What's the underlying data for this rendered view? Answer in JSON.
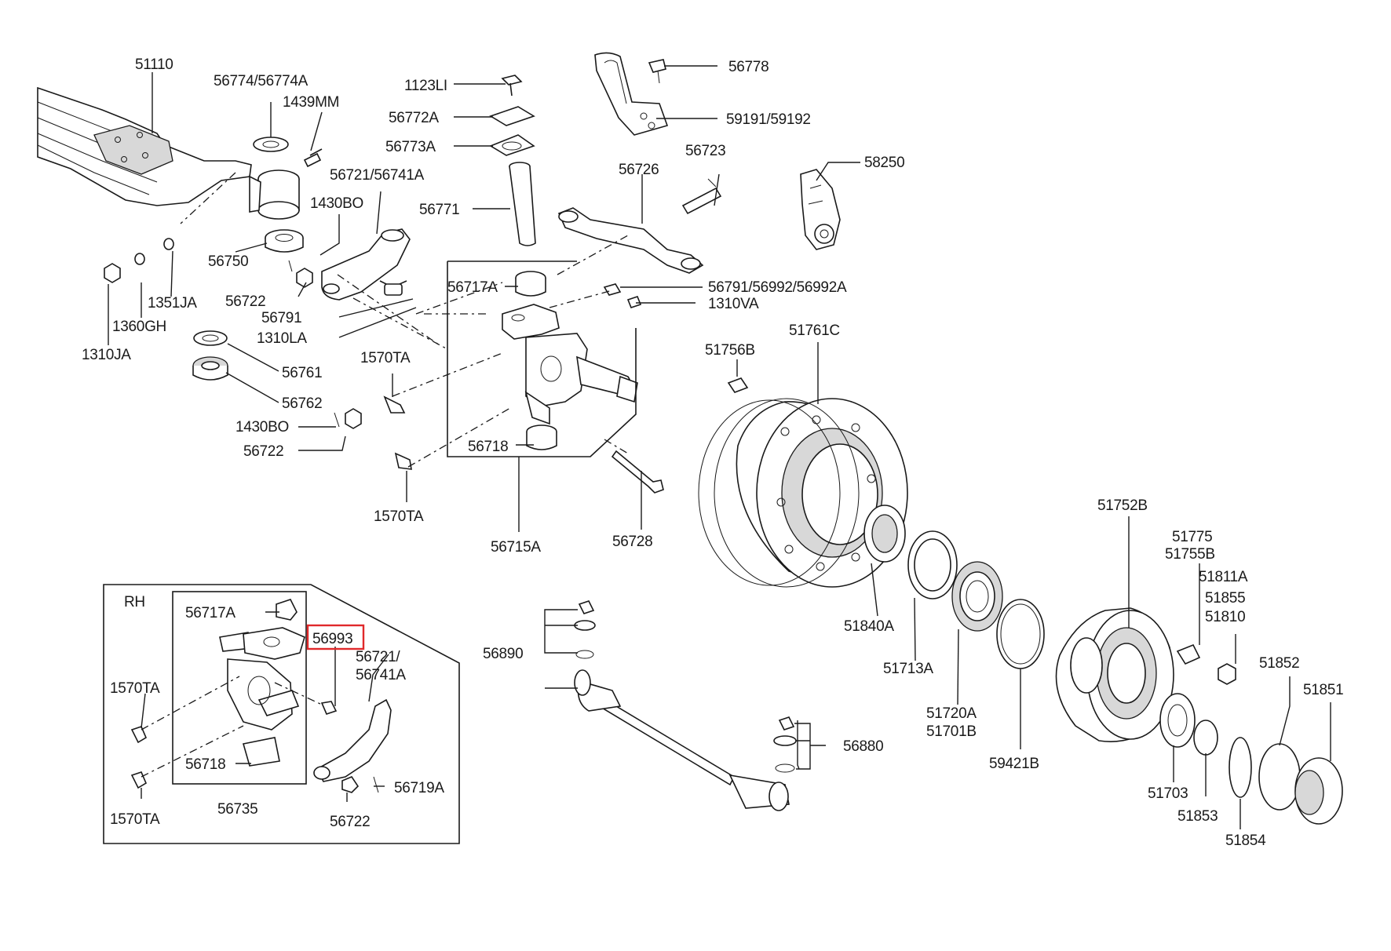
{
  "diagram": {
    "inset_label": "RH",
    "highlight_color": "#e0292b",
    "highlighted_part": "56993",
    "labels": {
      "p51110": "51110",
      "p56774": "56774/56774A",
      "p1439MM": "1439MM",
      "p1123LI": "1123LI",
      "p56778": "56778",
      "p56772A": "56772A",
      "p59191": "59191/59192",
      "p56773A": "56773A",
      "p56726": "56726",
      "p56723": "56723",
      "p58250": "58250",
      "p56721_top": "56721/56741A",
      "p1430BO_top": "1430BO",
      "p56771": "56771",
      "p56750": "56750",
      "p1351JA": "1351JA",
      "p56717A_top": "56717A",
      "p56791_right": "56791/56992/56992A",
      "p56722_top": "56722",
      "p1310VA": "1310VA",
      "p56791_left": "56791",
      "p1360GH": "1360GH",
      "p1310LA": "1310LA",
      "p1310JA": "1310JA",
      "p51761C": "51761C",
      "p51756B": "51756B",
      "p56761": "56761",
      "p1570TA_top": "1570TA",
      "p56762": "56762",
      "p1430BO_bot": "1430BO",
      "p56718_top": "56718",
      "p56722_mid": "56722",
      "p1570TA_mid": "1570TA",
      "p56715A": "56715A",
      "p56728": "56728",
      "p51752B": "51752B",
      "p51775": "51775",
      "p51755B": "51755B",
      "p51811A": "51811A",
      "p51855": "51855",
      "p51810": "51810",
      "p51840A": "51840A",
      "p51713A": "51713A",
      "p51720A": "51720A",
      "p51701B": "51701B",
      "p59421B": "59421B",
      "p51852": "51852",
      "p51851": "51851",
      "p51703": "51703",
      "p51853": "51853",
      "p51854": "51854",
      "p56890": "56890",
      "p56880": "56880",
      "p56717A_rh": "56717A",
      "p56993": "56993",
      "p56721_rh": "56721/",
      "p56741A_rh": "56741A",
      "p1570TA_rh1": "1570TA",
      "p56718_rh": "56718",
      "p56719A": "56719A",
      "p1570TA_rh2": "1570TA",
      "p56735": "56735",
      "p56722_rh": "56722"
    }
  }
}
